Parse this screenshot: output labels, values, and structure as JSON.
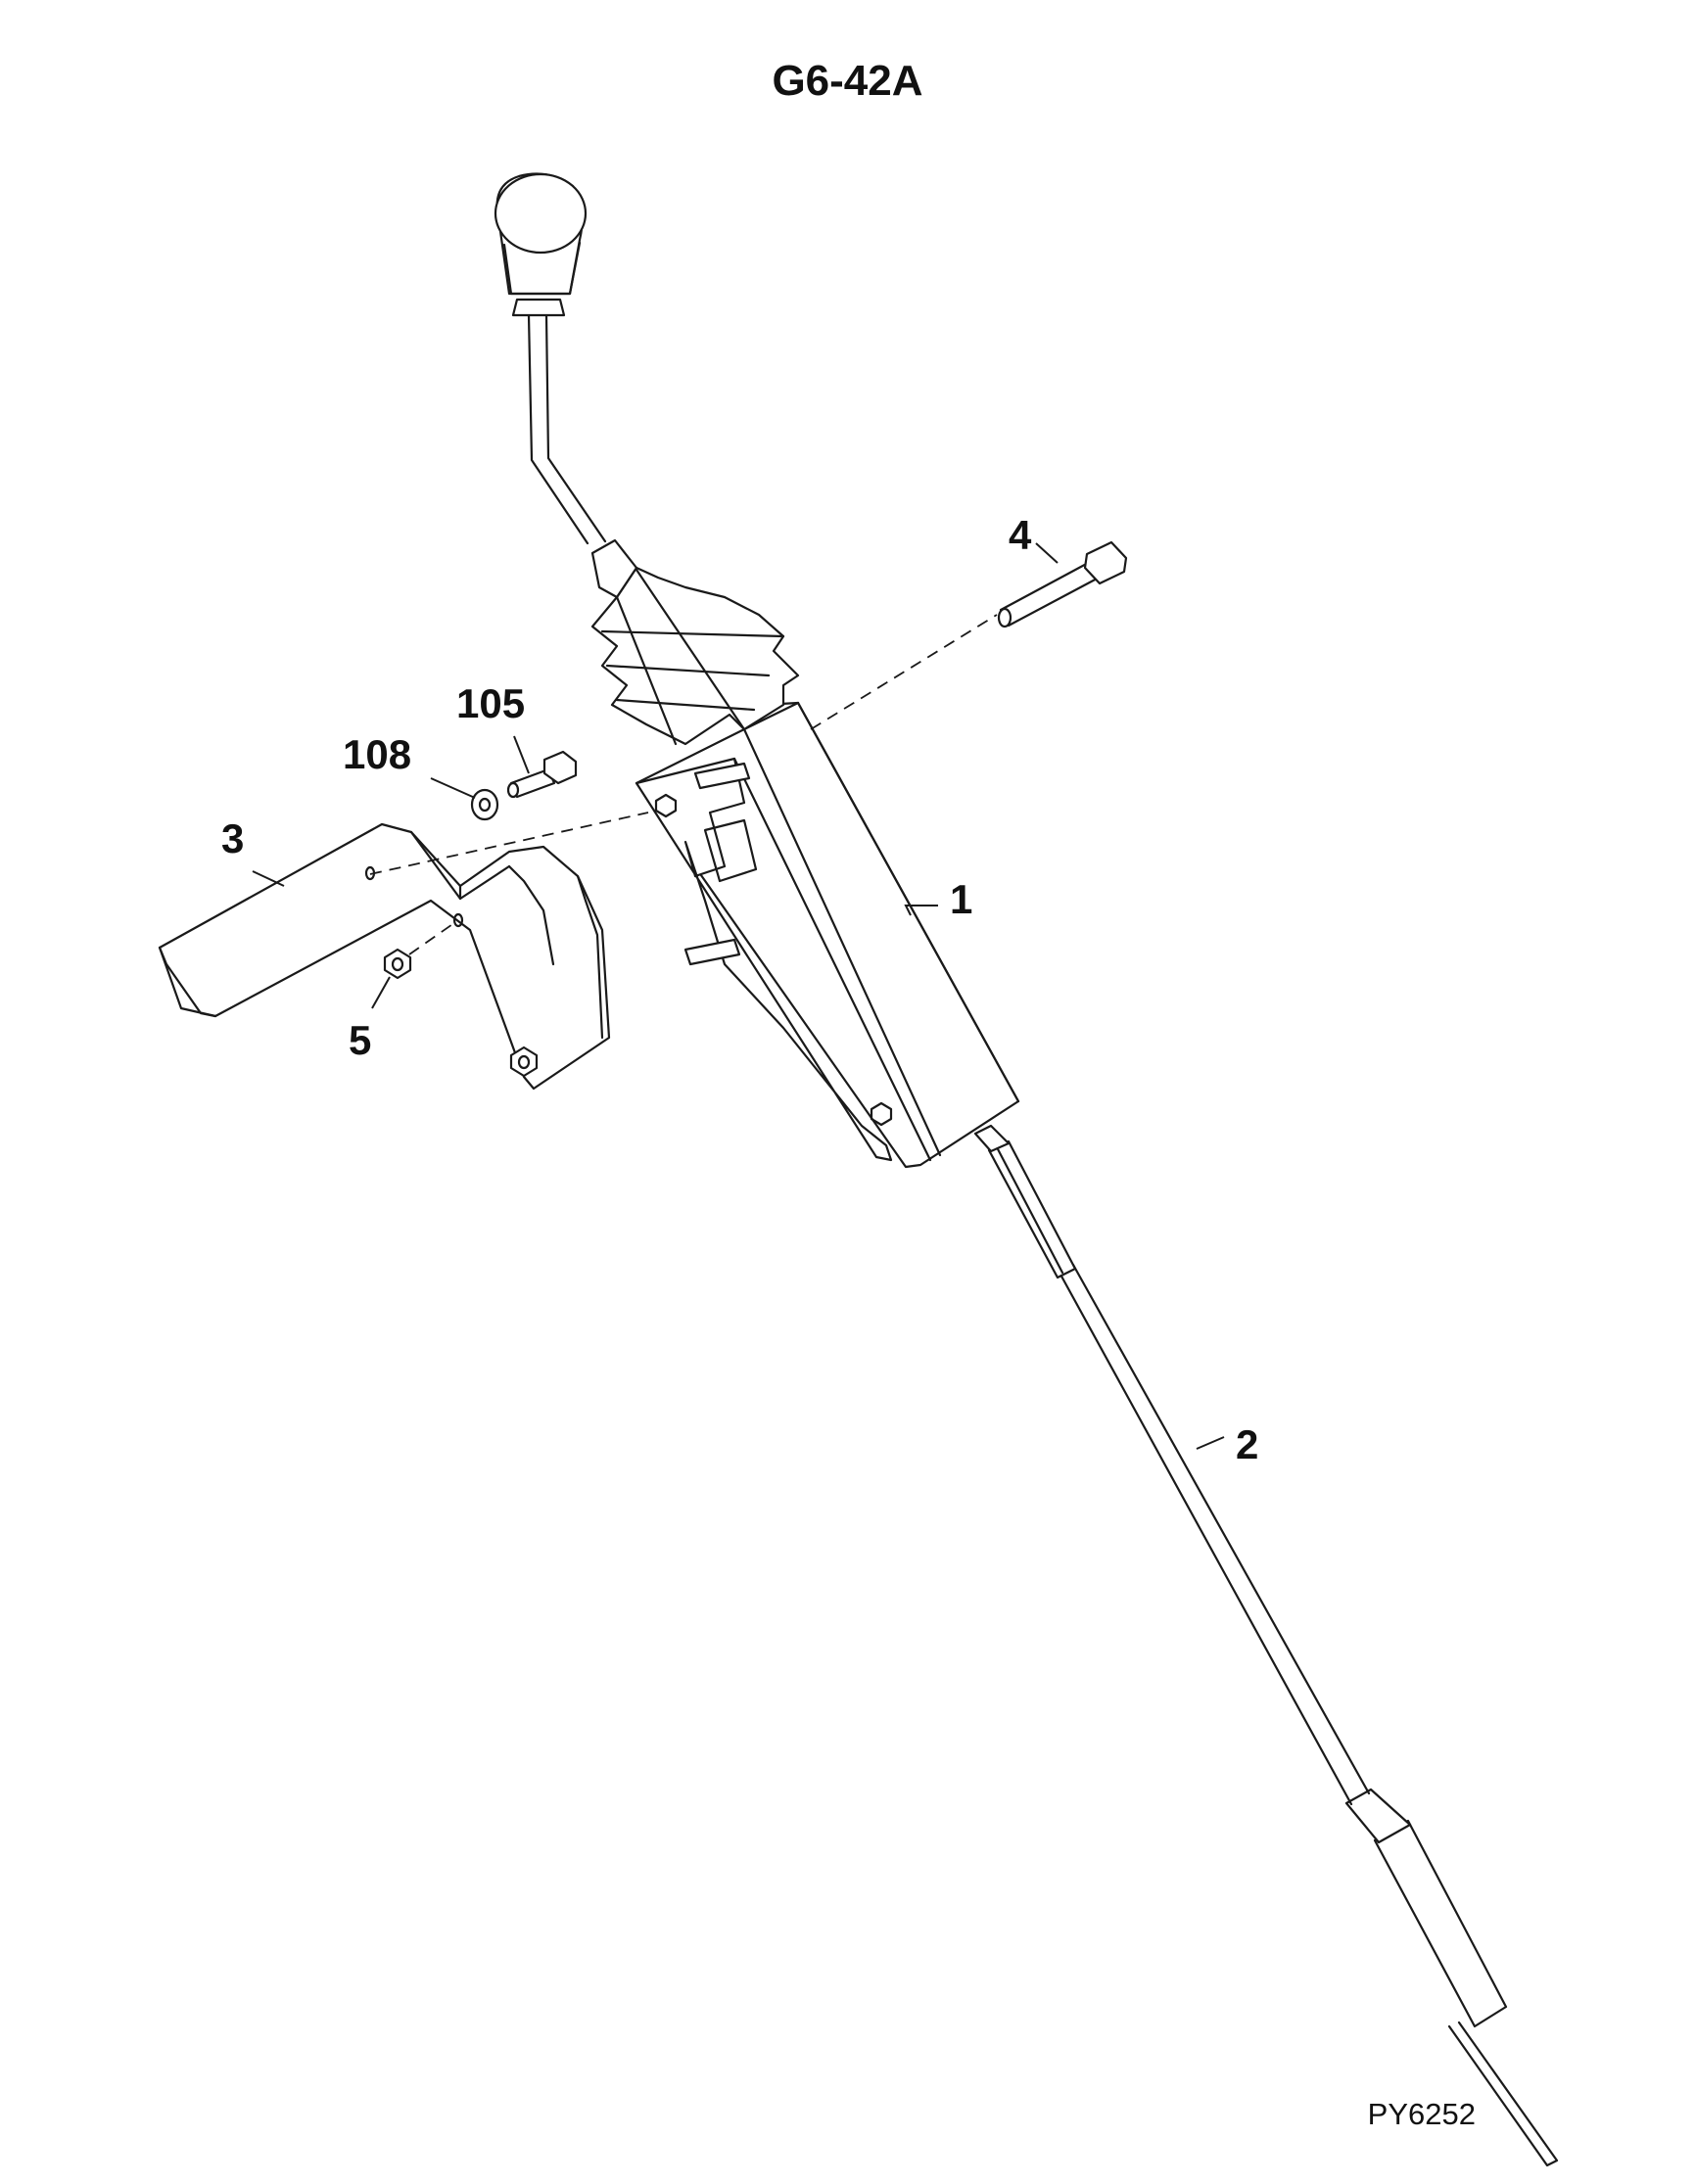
{
  "title": "G6-42A",
  "drawing_code": "PY6252",
  "callouts": {
    "c1": "1",
    "c2": "2",
    "c3": "3",
    "c4": "4",
    "c5": "5",
    "c105": "105",
    "c108": "108"
  }
}
